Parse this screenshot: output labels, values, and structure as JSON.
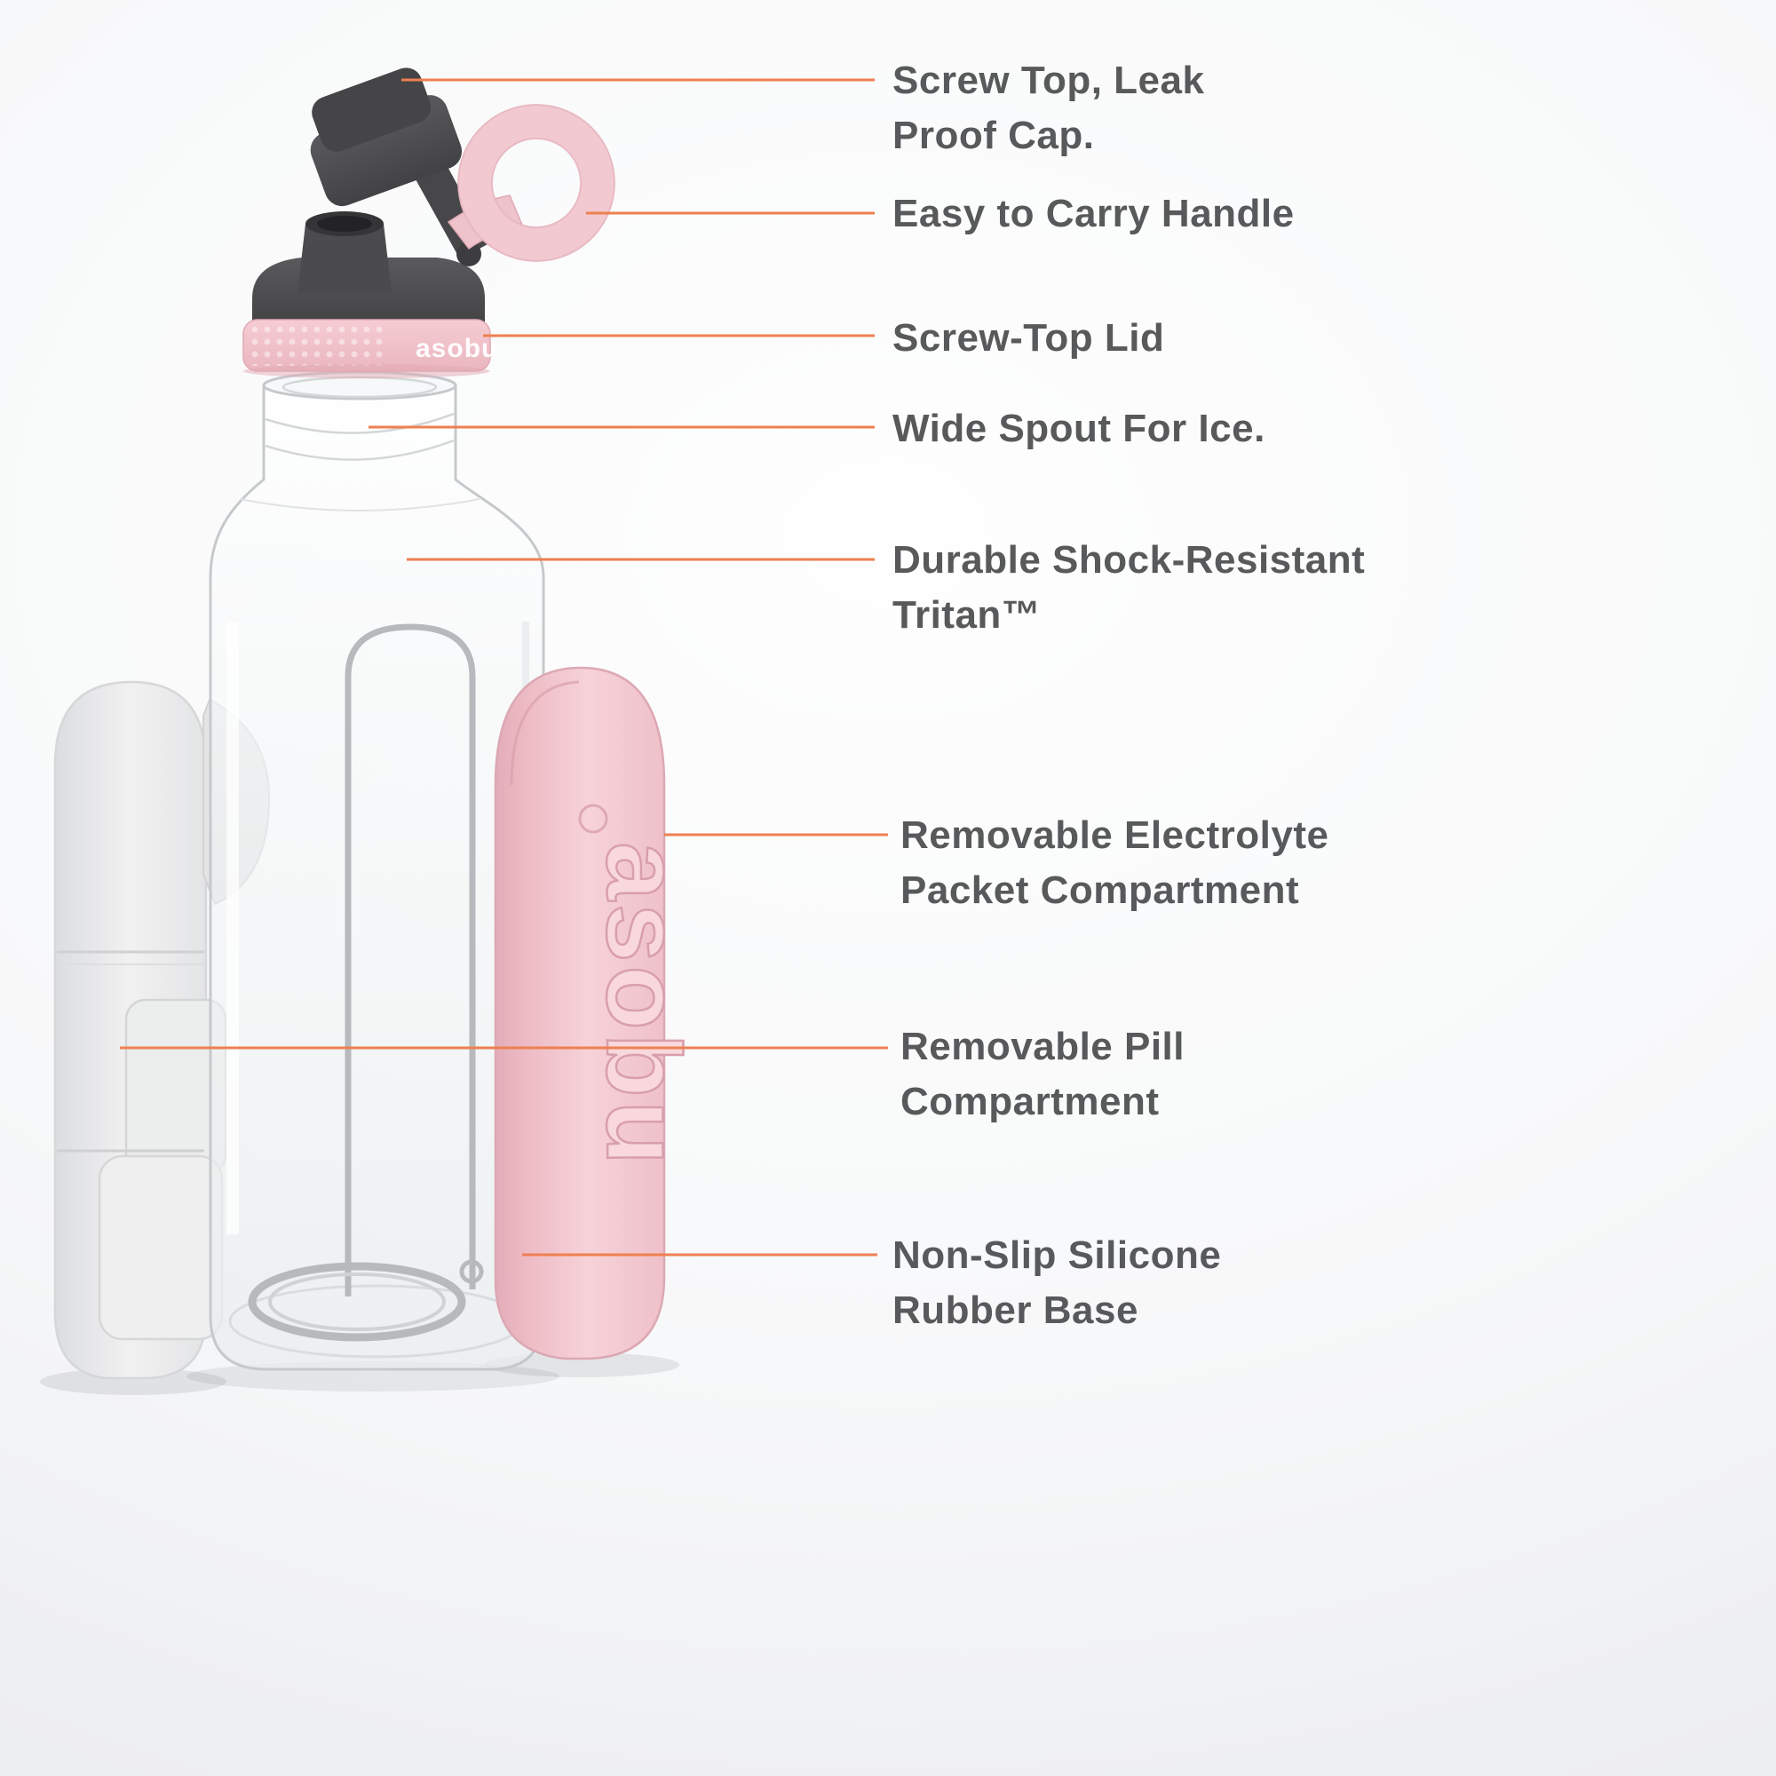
{
  "brand": {
    "name": "asobu"
  },
  "labels": [
    {
      "id": "screw-top-cap",
      "text": "Screw Top, Leak\nProof Cap."
    },
    {
      "id": "carry-handle",
      "text": "Easy to Carry Handle"
    },
    {
      "id": "screw-top-lid",
      "text": "Screw-Top Lid"
    },
    {
      "id": "wide-spout",
      "text": "Wide Spout For Ice."
    },
    {
      "id": "tritan-body",
      "text": "Durable Shock-Resistant\nTritan™"
    },
    {
      "id": "electrolyte-compartment",
      "text": "Removable Electrolyte\nPacket Compartment"
    },
    {
      "id": "pill-compartment",
      "text": "Removable Pill\nCompartment"
    },
    {
      "id": "silicone-base",
      "text": "Non-Slip Silicone\nRubber Base"
    }
  ],
  "colors": {
    "accent_line": "#ee8050",
    "label_text": "#58595b",
    "cap_gray": "#4d4d50",
    "pink": "#f3ccd2",
    "pink_dark": "#e3adb8",
    "compartment_gray": "#ececec"
  }
}
